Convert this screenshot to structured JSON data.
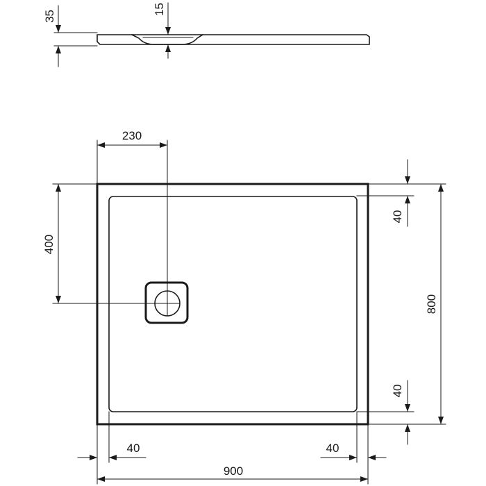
{
  "drawing": {
    "side_view": {
      "tray_height": "35",
      "waste_depth": "15"
    },
    "plan_view": {
      "waste_offset_x": "230",
      "waste_offset_y": "400",
      "rim_top": "40",
      "rim_bottom": "40",
      "overall_depth": "800",
      "rim_left": "40",
      "rim_right": "40",
      "overall_width": "900"
    }
  }
}
